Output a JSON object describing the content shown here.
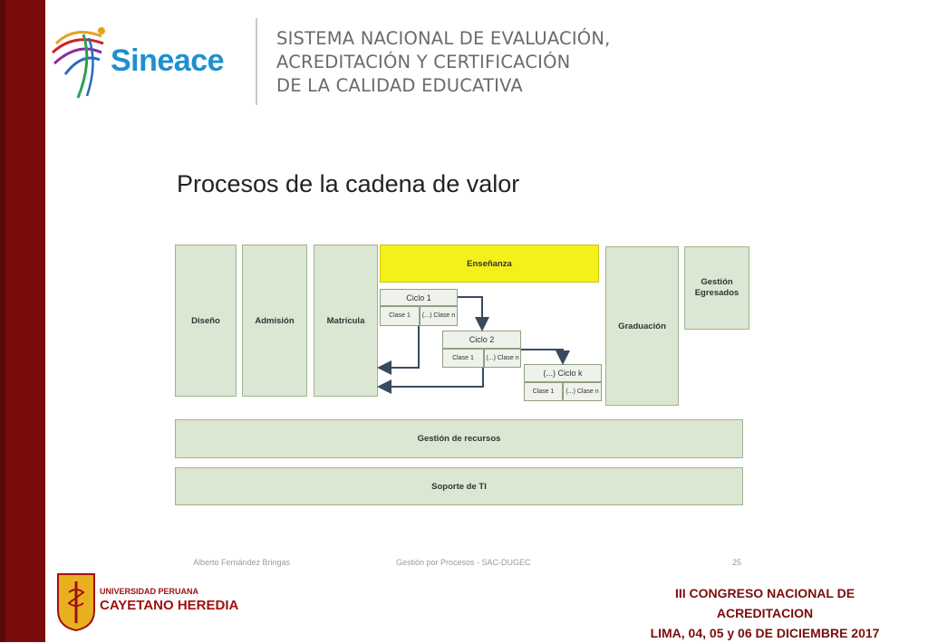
{
  "header": {
    "brand": "Sineace",
    "lines": [
      "SISTEMA NACIONAL DE EVALUACIÓN,",
      "ACREDITACIÓN Y CERTIFICACIÓN",
      "DE LA CALIDAD EDUCATIVA"
    ]
  },
  "slide": {
    "title": "Procesos de la cadena de valor",
    "diagram": {
      "diseno": "Diseño",
      "admision": "Admisión",
      "matricula": "Matrícula",
      "ensenanza": "Enseñanza",
      "graduacion": "Graduación",
      "gestion_egresados": "Gestión Egresados",
      "gestion_recursos": "Gestión de recursos",
      "soporte_ti": "Soporte de TI",
      "ciclo1": {
        "title": "Ciclo 1",
        "clase1": "Clase 1",
        "clasen": "(...) Clase n"
      },
      "ciclo2": {
        "title": "Ciclo 2",
        "clase1": "Clase 1",
        "clasen": "(...) Clase n"
      },
      "ciclok": {
        "title": "(...) Ciclo k",
        "clase1": "Clase 1",
        "clasen": "(...) Clase n"
      }
    },
    "footer": {
      "author": "Alberto Fernández Bringas",
      "center": "Gestión por Procesos - SAC-DUGEC",
      "page": "25"
    }
  },
  "university": {
    "line1": "UNIVERSIDAD PERUANA",
    "line2": "CAYETANO HEREDIA"
  },
  "congress": {
    "lines": [
      "III CONGRESO NACIONAL DE",
      "ACREDITACION",
      "LIMA, 04, 05 y 06 DE DICIEMBRE 2017"
    ]
  },
  "colors": {
    "sidebar": "#7a0c0c",
    "brand": "#1e8fd0",
    "box_fill": "#dbe7d2",
    "highlight": "#f5f01a"
  }
}
